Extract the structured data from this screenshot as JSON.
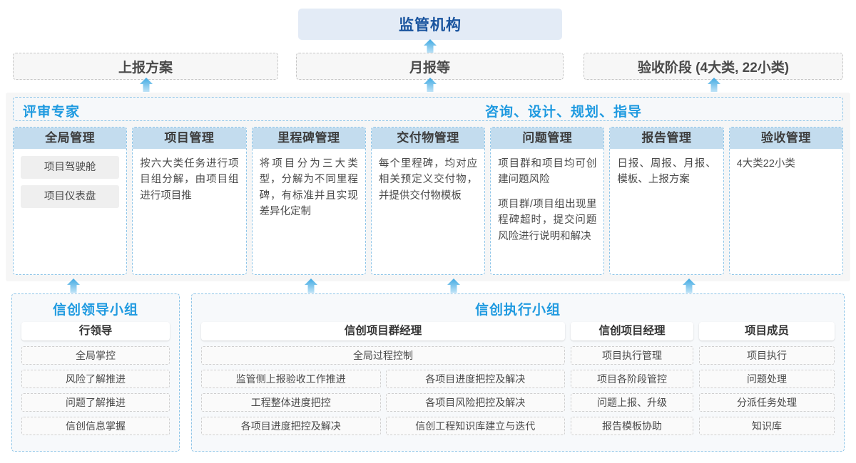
{
  "top": {
    "regulator": "监管机构",
    "reports": [
      {
        "label": "上报方案"
      },
      {
        "label": "月报等"
      },
      {
        "label": "验收阶段 (4大类, 22小类)"
      }
    ]
  },
  "middle": {
    "banner_left": "评审专家",
    "banner_center": "咨询、设计、规划、指导",
    "columns": [
      {
        "title": "全局管理",
        "pills": [
          "项目驾驶舱",
          "项目仪表盘"
        ],
        "paragraphs": []
      },
      {
        "title": "项目管理",
        "pills": [],
        "paragraphs": [
          "按六大类任务进行项目组分解，由项目组进行项目推"
        ]
      },
      {
        "title": "里程碑管理",
        "pills": [],
        "paragraphs": [
          "将项目分为三大类型，分解为不同里程碑，有标准并且实现差异化定制"
        ]
      },
      {
        "title": "交付物管理",
        "pills": [],
        "paragraphs": [
          "每个里程碑，均对应相关预定义交付物，并提供交付物模板"
        ]
      },
      {
        "title": "问题管理",
        "pills": [],
        "paragraphs": [
          "项目群和项目均可创建问题风险",
          "项目群/项目组出现里程碑超时，提交问题风险进行说明和解决"
        ]
      },
      {
        "title": "报告管理",
        "pills": [],
        "paragraphs": [
          "日报、周报、月报、模板、上报方案"
        ]
      },
      {
        "title": "验收管理",
        "pills": [],
        "paragraphs": [
          "4大类22小类"
        ]
      }
    ]
  },
  "bottom": {
    "leader_group_title": "信创领导小组",
    "exec_group_title": "信创执行小组",
    "leader_role": "行领导",
    "leader_items": [
      "全局掌控",
      "风险了解推进",
      "问题了解推进",
      "信创信息掌握"
    ],
    "program_manager_role": "信创项目群经理",
    "program_manager_full": "全局过程控制",
    "program_manager_left": [
      "监管侧上报验收工作推进",
      "工程整体进度把控",
      "各项目进度把控及解决"
    ],
    "program_manager_right": [
      "各项目进度把控及解决",
      "各项目风险把控及解决",
      "信创工程知识库建立与迭代"
    ],
    "project_manager_role": "信创项目经理",
    "project_manager_items": [
      "项目执行管理",
      "项目各阶段管控",
      "问题上报、升级",
      "报告模板协助"
    ],
    "member_role": "项目成员",
    "member_items": [
      "项目执行",
      "问题处理",
      "分派任务处理",
      "知识库"
    ]
  },
  "colors": {
    "accent_blue": "#1f9ae0",
    "regulator_text": "#18539e",
    "regulator_bg": "#e3ebf6",
    "col_head_bg": "#c3dcee",
    "arrow_fill": "#5bb8e8",
    "dashed_blue": "#8ec5e8",
    "dashed_gray": "#c6c6c6"
  },
  "icons": {
    "arrow_up": "arrow-up-icon"
  }
}
